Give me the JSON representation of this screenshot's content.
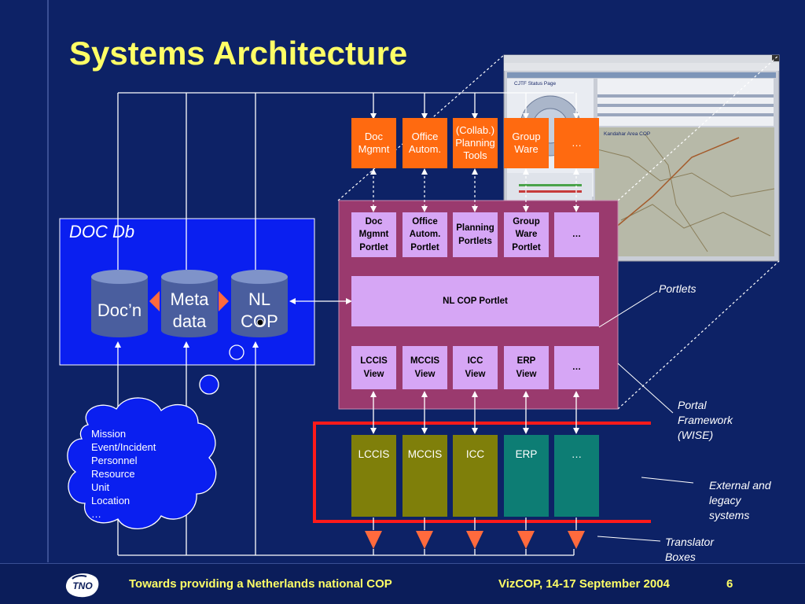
{
  "title": "Systems Architecture",
  "doc_db": {
    "label": "DOC Db",
    "stores": [
      {
        "label": "Doc’n"
      },
      {
        "label_line1": "Meta",
        "label_line2": "data"
      },
      {
        "label_line1": "NL",
        "label_line2": "COP"
      }
    ]
  },
  "cloud": {
    "items": [
      "Mission",
      "Event/Incident",
      "Personnel",
      "Resource",
      "Unit",
      "Location",
      "…"
    ]
  },
  "applications": [
    {
      "line1": "Doc",
      "line2": "Mgmnt",
      "line3": ""
    },
    {
      "line1": "Office",
      "line2": "Autom.",
      "line3": ""
    },
    {
      "line1": "(Collab.)",
      "line2": "Planning",
      "line3": "Tools"
    },
    {
      "line1": "Group",
      "line2": "Ware",
      "line3": ""
    },
    {
      "line1": "…",
      "line2": "",
      "line3": ""
    }
  ],
  "portlets": [
    {
      "line1": "Doc",
      "line2": "Mgmnt",
      "line3": "Portlet"
    },
    {
      "line1": "Office",
      "line2": "Autom.",
      "line3": "Portlet"
    },
    {
      "line1": "Planning",
      "line2": "Portlets",
      "line3": ""
    },
    {
      "line1": "Group",
      "line2": "Ware",
      "line3": "Portlet"
    },
    {
      "line1": "…",
      "line2": "",
      "line3": ""
    }
  ],
  "nl_cop_portlet": "NL COP Portlet",
  "views": [
    {
      "line1": "LCCIS",
      "line2": "View"
    },
    {
      "line1": "MCCIS",
      "line2": "View"
    },
    {
      "line1": "ICC",
      "line2": "View"
    },
    {
      "line1": "ERP",
      "line2": "View"
    },
    {
      "line1": "…",
      "line2": ""
    }
  ],
  "legacy": [
    {
      "label": "LCCIS",
      "color": "#7f7f0a",
      "db": "#22e06a"
    },
    {
      "label": "MCCIS",
      "color": "#7f7f0a",
      "db": "#22e06a"
    },
    {
      "label": "ICC",
      "color": "#7f7f0a",
      "db": "#22e06a"
    },
    {
      "label": "ERP",
      "color": "#0d7d74",
      "db": "#55e8f0"
    },
    {
      "label": "…",
      "color": "#0d7d74",
      "db": "#55e8f0"
    }
  ],
  "annotations": {
    "portlets": "Portlets",
    "portal_framework": [
      "Portal",
      "Framework",
      "(WISE)"
    ],
    "external": [
      "External and",
      "legacy",
      "systems"
    ],
    "translator": [
      "Translator",
      "Boxes"
    ]
  },
  "screenshot": {
    "window_title": "CJTF Status Page",
    "map_title": "Kandahar Area COP"
  },
  "footer": {
    "logo": "TNO",
    "left": "Towards providing a Netherlands national COP",
    "center": "VizCOP, 14-17 September 2004",
    "page": "6"
  },
  "colors": {
    "background": "#0d2266",
    "title": "#ffff66",
    "app_orange": "#ff6a10",
    "portal": "#9a3a6e",
    "portlet": "#d6a6f5",
    "doc_db": "#0a1ff0",
    "frame_red": "#ff1a1a",
    "cylinder": "#4a5e9e"
  }
}
